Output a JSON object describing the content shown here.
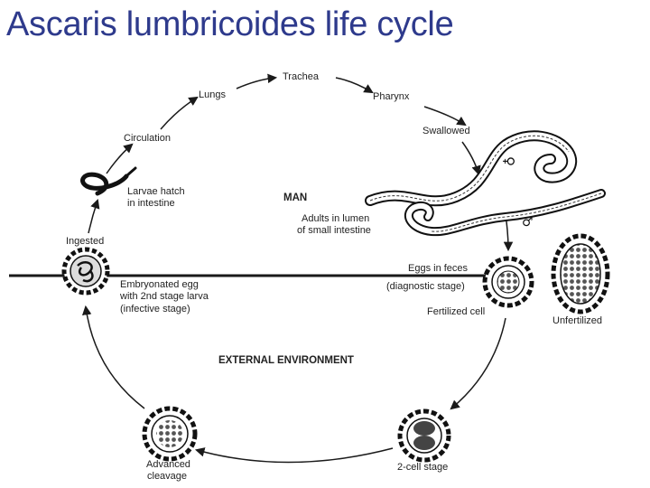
{
  "title": "Ascaris lumbricoides life cycle",
  "labels": {
    "trachea": "Trachea",
    "lungs": "Lungs",
    "pharynx": "Pharynx",
    "circulation": "Circulation",
    "swallowed": "Swallowed",
    "larvae_hatch_1": "Larvae hatch",
    "larvae_hatch_2": "in intestine",
    "man": "MAN",
    "adults_1": "Adults in lumen",
    "adults_2": "of small intestine",
    "ingested": "Ingested",
    "eggs_in_feces": "Eggs in feces",
    "diagnostic_stage": "(diagnostic stage)",
    "embryonated_1": "Embryonated egg",
    "embryonated_2": "with 2nd stage larva",
    "embryonated_3": "(infective stage)",
    "fertilized_cell": "Fertilized cell",
    "unfertilized": "Unfertilized",
    "external_environment": "EXTERNAL ENVIRONMENT",
    "advanced_cleavage_1": "Advanced",
    "advanced_cleavage_2": "cleavage",
    "two_cell_stage": "2-cell stage",
    "female_symbol": "♀",
    "male_symbol": "♂"
  },
  "colors": {
    "title": "#2e3a8c",
    "line": "#1a1a1a"
  }
}
